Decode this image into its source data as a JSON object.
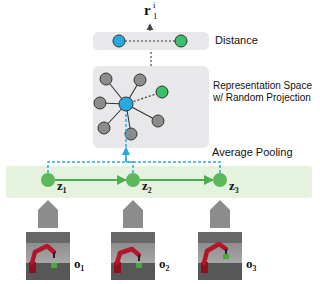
{
  "diagram": {
    "nodes": [
      {
        "text": [
          "Distance"
        ]
      },
      {
        "text": [
          "Representation Space w/ Random Projection"
        ]
      },
      {
        "text": [
          "z₁"
        ]
      },
      {
        "text": [
          "z₂"
        ]
      },
      {
        "text": [
          "z₃"
        ]
      },
      {
        "text": [
          "o₁"
        ]
      },
      {
        "text": [
          "o₂"
        ]
      },
      {
        "text": [
          "o₃"
        ]
      }
    ],
    "edges": [
      {
        "from": 2,
        "to": 3,
        "arrow": "to"
      },
      {
        "from": 3,
        "to": 4,
        "arrow": "to"
      },
      {
        "from": 2,
        "to": 1,
        "arrow": "to"
      },
      {
        "from": 3,
        "to": 1,
        "arrow": "to"
      },
      {
        "from": 4,
        "to": 1,
        "arrow": "to"
      },
      {
        "from": 1,
        "to": 0,
        "arrow": "none"
      },
      {
        "from": 5,
        "to": 2,
        "arrow": "to"
      },
      {
        "from": 6,
        "to": 3,
        "arrow": "to"
      },
      {
        "from": 7,
        "to": 4,
        "arrow": "to"
      }
    ],
    "labels": [
      "r",
      "i",
      "1",
      "Average Pooling"
    ]
  }
}
